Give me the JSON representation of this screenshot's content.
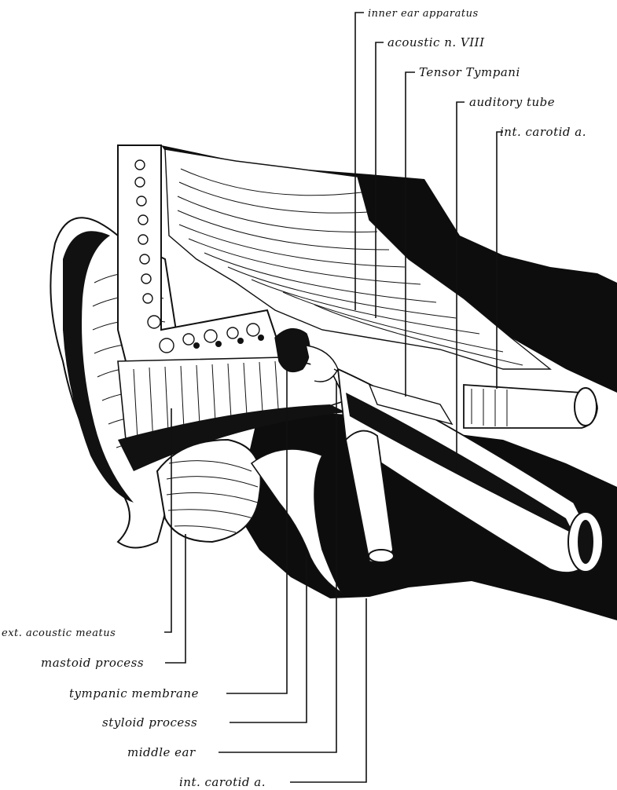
{
  "labels": {
    "top": {
      "inner_ear": "inner ear apparatus",
      "acoustic_nerve": "acoustic n. VIII",
      "tensor_tympani": "Tensor Tympani",
      "auditory_tube": "auditory tube",
      "int_carotid_top": "int. carotid a."
    },
    "bottom": {
      "ext_meatus": "ext. acoustic meatus",
      "mastoid": "mastoid process",
      "tympanic": "tympanic membrane",
      "styloid": "styloid process",
      "middle_ear": "middle ear",
      "int_carotid_bottom": "int. carotid a."
    }
  }
}
